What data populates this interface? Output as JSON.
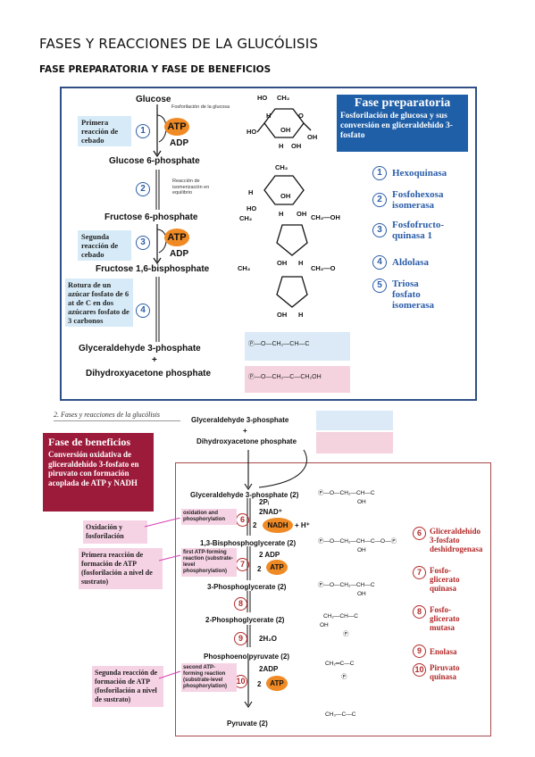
{
  "page": {
    "title": "FASES Y REACCIONES DE LA GLUCÓLISIS",
    "subtitle": "FASE PREPARATORIA Y FASE DE BENEFICIOS"
  },
  "preparatory": {
    "header_title": "Fase preparatoria",
    "header_text": "Fosforilación de glucosa y sus conversión en gliceraldehido 3- fosfato",
    "compounds": [
      "Glucose",
      "Glucose 6-phosphate",
      "Fructose 6-phosphate",
      "Fructose 1,6-bisphosphate",
      "Glyceraldehyde 3-phosphate",
      "+",
      "Dihydroxyacetone phosphate"
    ],
    "notes": {
      "phosphorylation": "Fosforilación de la glucosa",
      "isomerization": "Reacción de isomerización en equilibrio"
    },
    "side_labels": [
      "Primera reacción de cebado",
      "Segunda reacción de cebado",
      "Rotura de un azúcar fosfato de 6 at de C en dos azúcares fosfato de 3 carbonos"
    ],
    "atp": "ATP",
    "adp": "ADP",
    "step_numbers": [
      "1",
      "2",
      "3",
      "4",
      "5"
    ],
    "enzymes": [
      "Hexoquinasa",
      "Fosfohexosa isomerasa",
      "Fosfofructo-quinasa 1",
      "Aldolasa",
      "Triosa fosfato isomerasa"
    ],
    "formulas": {
      "g3p": "Ⓟ—O—CH₂—CH—C",
      "dhap": "Ⓟ—O—CH₂—C—CH₂OH"
    }
  },
  "payoff": {
    "caption": "2. Fases y reacciones de la glucólisis",
    "header_title": "Fase de beneficios",
    "header_text": "Conversión oxidativa de gliceraldehído 3-fosfato en piruvato con formación acoplada de ATP y NADH",
    "compounds_top": [
      "Glyceraldehyde 3-phosphate",
      "+",
      "Dihydroxyacetone phosphate"
    ],
    "compounds": [
      "Glyceraldehyde 3-phosphate (2)",
      "1,3-Bisphosphoglycerate (2)",
      "3-Phosphoglycerate (2)",
      "2-Phosphoglycerate (2)",
      "Phosphoenolpyruvate (2)",
      "Pyruvate (2)"
    ],
    "cofactors": {
      "pi": "2Pᵢ",
      "nad": "2NAD⁺",
      "nadh": "NADH",
      "h": "+ H⁺",
      "adp1": "2 ADP",
      "atp1": "ATP",
      "h2o": "2H₂O",
      "adp2": "2ADP",
      "atp2": "ATP",
      "two1": "2",
      "two2": "2",
      "two3": "2"
    },
    "inner_labels": [
      "oxidation and phosphorylation",
      "first ATP-forming reaction (substrate-level phosphorylation)",
      "second ATP-forming reaction (substrate-level phosphorylation)"
    ],
    "side_labels": [
      "Oxidación y fosforilación",
      "Primera reacción de formación de ATP (fosforilación a nivel de sustrato)",
      "Segunda reacción de formación de ATP (fosforilación a nivel de sustrato)"
    ],
    "step_numbers": [
      "6",
      "7",
      "8",
      "9",
      "10"
    ],
    "enzymes": [
      "Gliceraldehído 3-fosfato deshidrogenasa",
      "Fosfo-glicerato quinasa",
      "Fosfo-glicerato mutasa",
      "Enolasa",
      "Piruvato quinasa"
    ]
  },
  "colors": {
    "frame_blue": "#2f4f86",
    "header_blue": "#1f5fa8",
    "header_crimson": "#9c1b3b",
    "atp_orange": "#f08a24",
    "enzyme_blue": "#2b5da8",
    "enzyme_red": "#b22a2a"
  }
}
